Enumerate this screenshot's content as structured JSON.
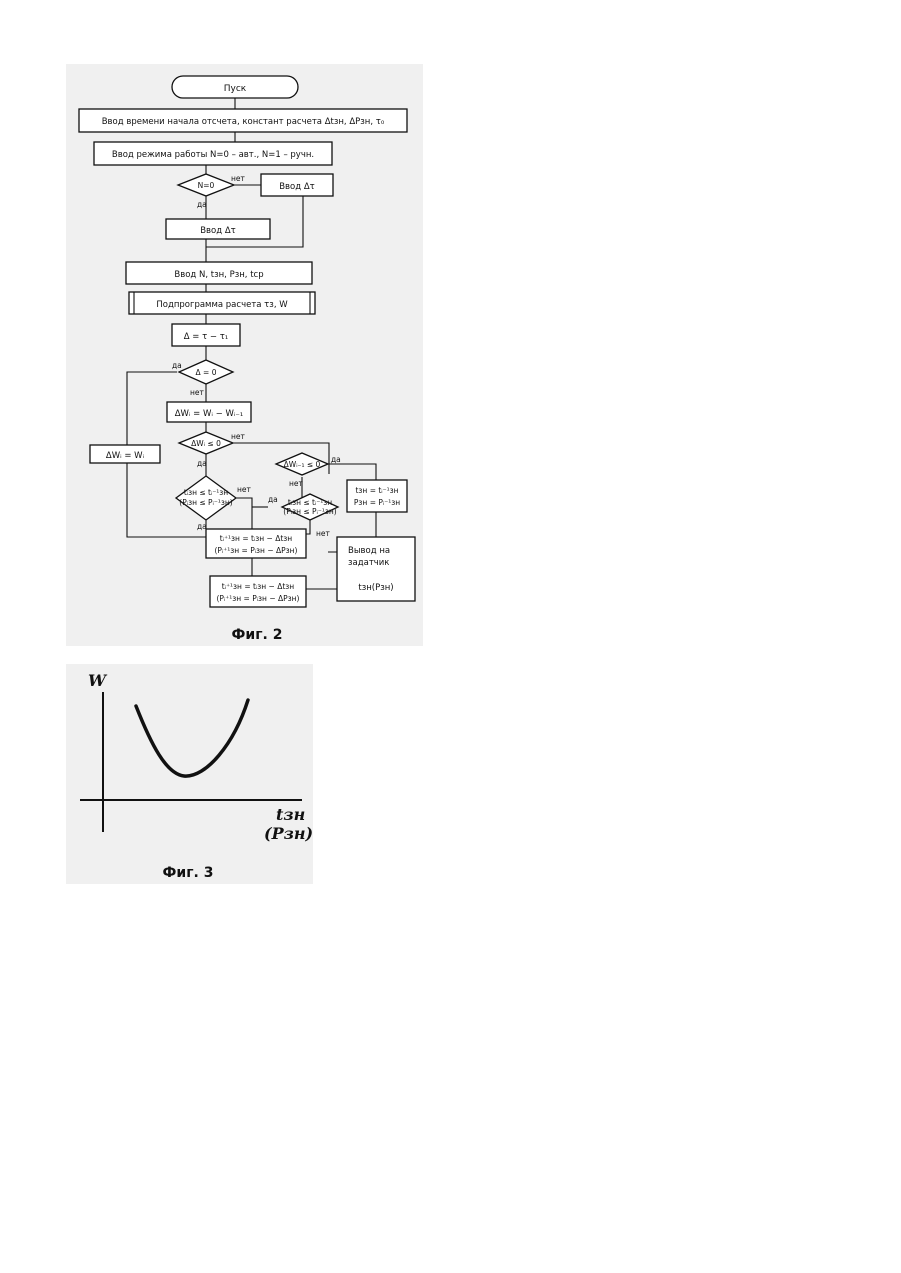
{
  "fig2": {
    "start": "Пуск",
    "input_times": "Ввод времени начала отсчета, констант расчета Δtзн, ΔPзн, τ₀",
    "input_mode": "Ввод режима работы N=0 – авт., N=1 – ручн.",
    "cond_n": "N=0",
    "input_dt_right": "Ввод Δτ",
    "input_dt_left": "Ввод Δτ",
    "input_params": "Ввод N, tзн, Pзн, tср",
    "subroutine": "Подпрограмма расчета τз, W",
    "delta_tau": "Δ = τ − τ₁",
    "cond_delta": "Δ = 0",
    "delta_w": "ΔWᵢ = Wᵢ − Wᵢ₋₁",
    "delta_w_box": "ΔWᵢ = Wᵢ",
    "cond_dw": "ΔWᵢ ≤ 0",
    "cond_dw_prev": "ΔWᵢ₋₁ ≤ 0",
    "cond_t_left_1": "tᵢзн ≤ tᵢ⁻¹зн",
    "cond_t_left_2": "(Pᵢзн ≤ Pᵢ⁻¹зн)",
    "cond_t_right_1": "tᵢзн ≤ tᵢ⁻¹зн",
    "cond_t_right_2": "(Pᵢзн ≤ Pᵢ⁻¹зн)",
    "assign_right_1": "tзн = tᵢ⁻¹зн",
    "assign_right_2": "Pзн = Pᵢ⁻¹зн",
    "dec_box_1": "tᵢ⁺¹зн = tᵢзн − Δtзн",
    "dec_box_2": "(Pᵢ⁺¹зн = Pᵢзн − ΔPзн)",
    "inc_box_1": "tᵢ⁺¹зн = tᵢзн − Δtзн",
    "inc_box_2": "(Pᵢ⁺¹зн = Pᵢзн − ΔPзн)",
    "output_1": "Вывод на",
    "output_2": "задатчик",
    "output_3": "tзн(Pзн)",
    "yes": "да",
    "no": "нет",
    "caption": "Фиг. 2"
  },
  "fig3": {
    "y_label": "W",
    "x_label_1": "tзн",
    "x_label_2": "(Pзн)",
    "caption": "Фиг. 3"
  }
}
